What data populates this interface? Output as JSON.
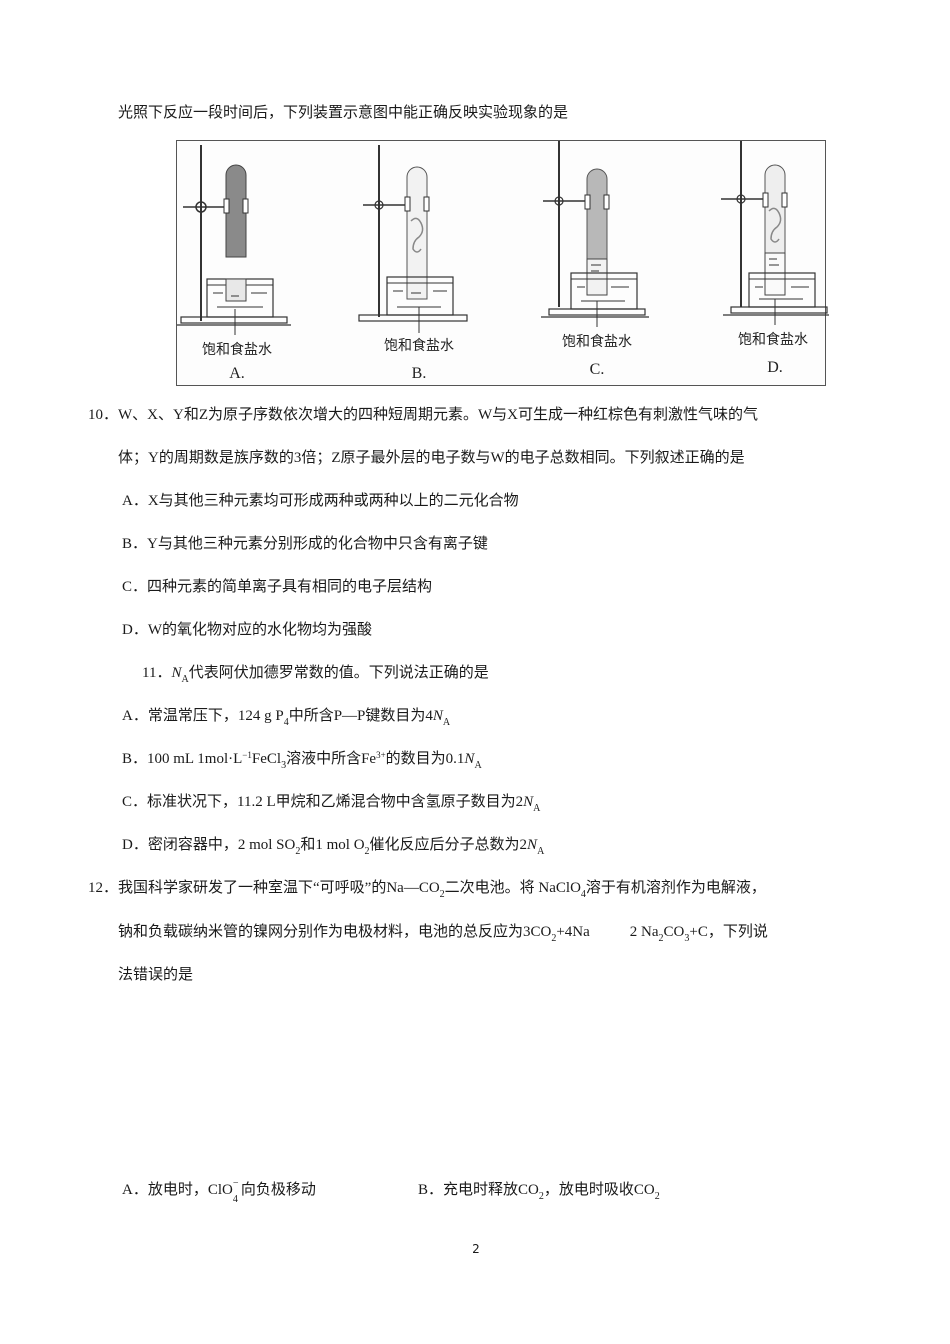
{
  "intro_text": "光照下反应一段时间后，下列装置示意图中能正确反映实验现象的是",
  "figure": {
    "panels": [
      {
        "caption": "饱和食盐水",
        "letter": "A.",
        "gas_fill": "dark",
        "water_rise": "low",
        "droplets": false
      },
      {
        "caption": "饱和食盐水",
        "letter": "B.",
        "gas_fill": "light",
        "water_rise": "low",
        "droplets": true
      },
      {
        "caption": "饱和食盐水",
        "letter": "C.",
        "gas_fill": "medium",
        "water_rise": "high",
        "droplets": false
      },
      {
        "caption": "饱和食盐水",
        "letter": "D.",
        "gas_fill": "light",
        "water_rise": "high",
        "droplets": true
      }
    ]
  },
  "q10": {
    "number": "10．",
    "stem_line1": "W、X、Y和Z为原子序数依次增大的四种短周期元素。W与X可生成一种红棕色有刺激性气味的气",
    "stem_line2": "体；Y的周期数是族序数的3倍；Z原子最外层的电子数与W的电子总数相同。下列叙述正确的是",
    "options": [
      {
        "label": "A．",
        "text": "X与其他三种元素均可形成两种或两种以上的二元化合物"
      },
      {
        "label": "B．",
        "text": "Y与其他三种元素分别形成的化合物中只含有离子键"
      },
      {
        "label": "C．",
        "text": "四种元素的简单离子具有相同的电子层结构"
      },
      {
        "label": "D．",
        "text": "W的氧化物对应的水化物均为强酸"
      }
    ]
  },
  "q11": {
    "number": "11．",
    "symbol_N": "N",
    "symbol_A": "A",
    "stem": "代表阿伏加德罗常数的值。下列说法正确的是",
    "options": {
      "A": {
        "label": "A．",
        "p1": "常温常压下，124 g P",
        "sub1": "4",
        "p2": "中所含P—P键数目为4"
      },
      "B": {
        "label": "B．",
        "p1": "100 mL 1mol·L",
        "sup1": "−1",
        "p2": "FeCl",
        "sub1": "3",
        "p3": "溶液中所含Fe",
        "sup2": "3+",
        "p4": "的数目为0.1"
      },
      "C": {
        "label": "C．",
        "p1": "标准状况下，11.2 L甲烷和乙烯混合物中含氢原子数目为2"
      },
      "D": {
        "label": "D．",
        "p1": "密闭容器中，2 mol SO",
        "sub1": "2",
        "p2": "和1 mol O",
        "sub2": "2",
        "p3": "催化反应后分子总数为2"
      }
    }
  },
  "q12": {
    "number": "12．",
    "line1_a": "我国科学家研发了一种室温下“可呼吸”的Na—CO",
    "line1_sub": "2",
    "line1_b": "二次电池。将 NaClO",
    "line1_sub2": "4",
    "line1_c": "溶于有机溶剂作为电解液，",
    "line2_a": "钠和负载碳纳米管的镍网分别作为电极材料，电池的总反应为3CO",
    "line2_sub1": "2",
    "line2_b": "+4Na",
    "line2_c": "2 Na",
    "line2_sub2": "2",
    "line2_d": "CO",
    "line2_sub3": "3",
    "line2_e": "+C，下列说",
    "line3": "法错误的是",
    "options": {
      "A": {
        "label": "A．",
        "p1": "放电时，ClO",
        "sup": "−",
        "sub": "4",
        "p2": "向负极移动"
      },
      "B": {
        "label": "B．",
        "p1": "充电时释放CO",
        "sub1": "2",
        "p2": "，放电时吸收CO",
        "sub2": "2"
      }
    }
  },
  "page_number": "2"
}
